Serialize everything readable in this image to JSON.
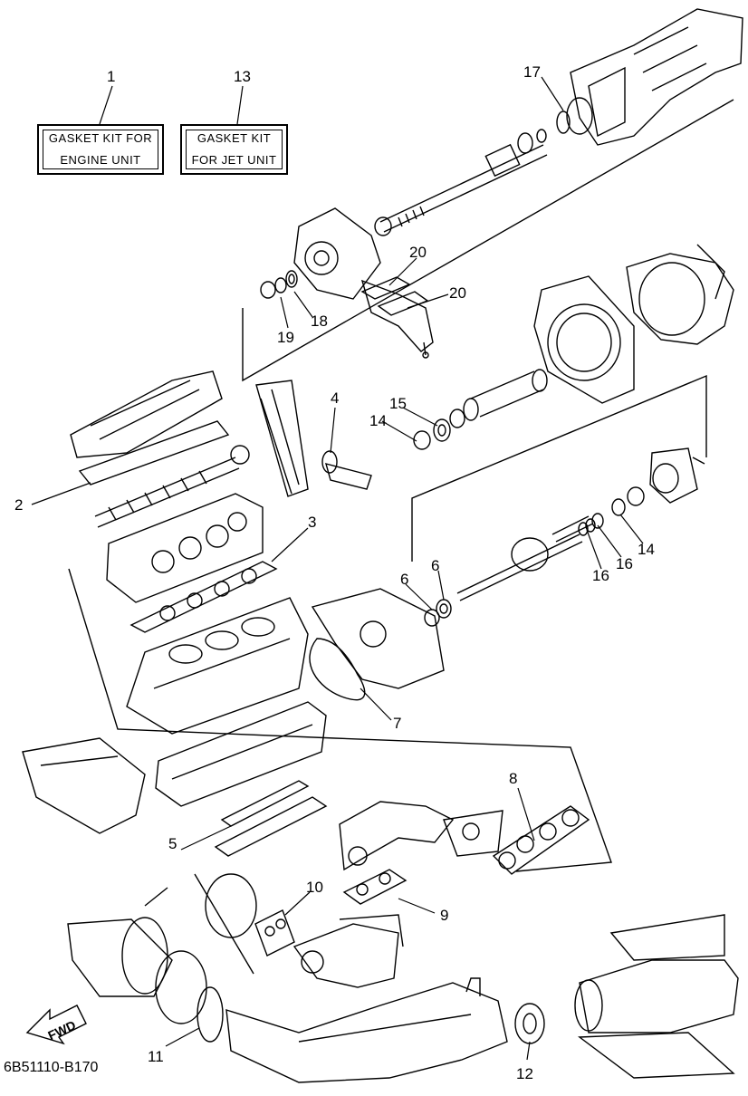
{
  "kits": {
    "engine": {
      "line1": "GASKET KIT FOR",
      "line2": "ENGINE UNIT",
      "ref": "1"
    },
    "jet": {
      "line1": "GASKET KIT",
      "line2": "FOR JET UNIT",
      "ref": "13"
    }
  },
  "fwd_label": "FWD",
  "diagram_code": "6B51110-B170",
  "callouts": [
    "2",
    "3",
    "4",
    "5",
    "6",
    "6",
    "7",
    "8",
    "9",
    "10",
    "11",
    "12",
    "14",
    "14",
    "15",
    "16",
    "16",
    "17",
    "18",
    "19",
    "20",
    "20"
  ]
}
